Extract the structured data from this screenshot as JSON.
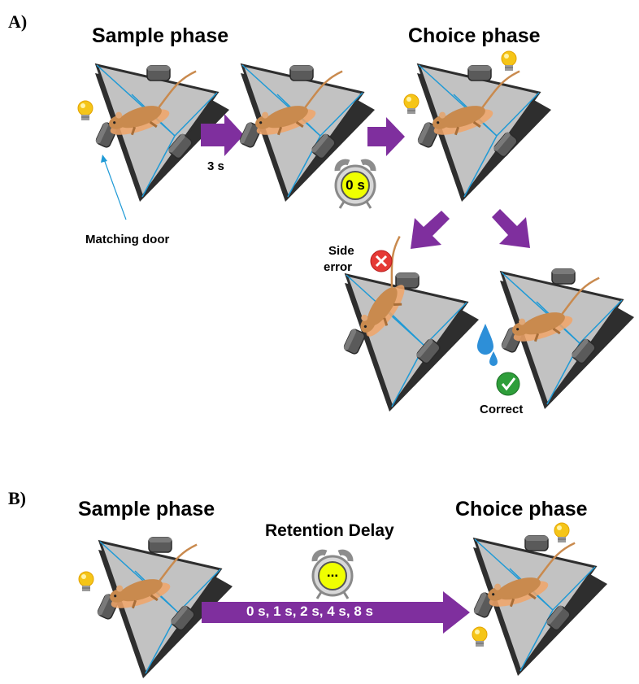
{
  "panel_a": {
    "label": "A)",
    "sample_phase": "Sample phase",
    "choice_phase": "Choice phase",
    "delay_label": "3 s",
    "clock_text": "0 s",
    "matching_door": "Matching door",
    "side_error_line1": "Side",
    "side_error_line2": "error",
    "correct": "Correct"
  },
  "panel_b": {
    "label": "B)",
    "sample_phase": "Sample phase",
    "choice_phase": "Choice phase",
    "retention_delay": "Retention Delay",
    "clock_text": "...",
    "delays": "0 s, 1 s, 2 s, 4 s, 8 s"
  },
  "colors": {
    "maze_fill": "#bdbdbd",
    "maze_edge": "#3a3a3a",
    "arm_line": "#1f9ad6",
    "arrow": "#7f2f9e",
    "rat": "#c98a4e",
    "error": "#e53935",
    "correct": "#2e9e3a",
    "bulb": "#f5c518",
    "water": "#2d8fd8"
  }
}
